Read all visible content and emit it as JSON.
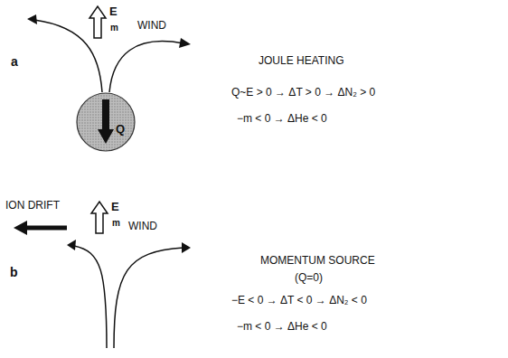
{
  "diagram": {
    "nodes": [
      {
        "text": [
          "Q"
        ]
      }
    ],
    "labels": [
      "a",
      "E",
      "m",
      "WIND",
      "JOULE HEATING",
      "Q~E > 0 → ΔT > 0 → ΔN₂ > 0",
      "−m < 0 → ΔHe < 0",
      "ION DRIFT",
      "b",
      "E",
      "m",
      "WIND",
      "MOMENTUM SOURCE",
      "(Q=0)",
      "−E < 0 → ΔT < 0 → ΔN₂ < 0",
      "−m < 0 → ΔHe < 0"
    ]
  }
}
